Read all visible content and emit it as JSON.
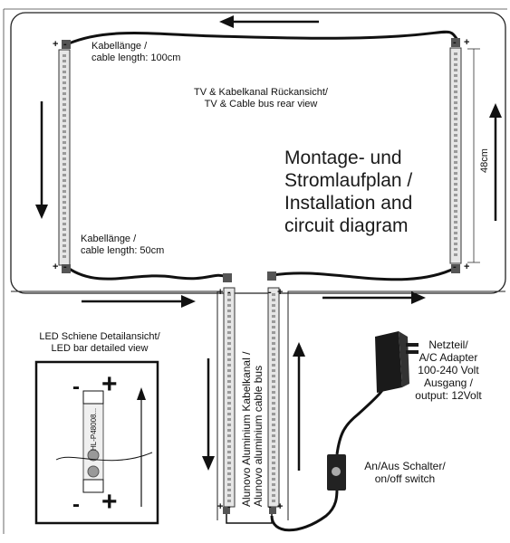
{
  "diagram": {
    "title_lines": [
      "Montage- und",
      "Stromlaufplan /",
      "Installation and",
      "circuit diagram"
    ],
    "rear_view_label": [
      "TV & Kabelkanal Rückansicht/",
      "TV & Cable bus rear view"
    ],
    "cable_100": [
      "Kabellänge /",
      "cable length: 100cm"
    ],
    "cable_50": [
      "Kabellänge /",
      "cable length: 50cm"
    ],
    "dimension_label": "48cm",
    "detail_label": [
      "LED Schiene Detailansicht/",
      "LED bar detailed view"
    ],
    "detail_strip_text": "HL-P48008...",
    "cable_bus_label": [
      "Alunovo Aluminium Kabelkanal /",
      "Alunovo aluminium cable bus"
    ],
    "adapter_label": [
      "Netzteil/",
      "A/C Adapter",
      "100-240 Volt",
      "Ausgang /",
      "output: 12Volt"
    ],
    "switch_label": [
      "An/Aus Schalter/",
      "on/off switch"
    ],
    "plus": "+",
    "minus": "-",
    "colors": {
      "line": "#111111",
      "strip": "#e6e6e6",
      "led": "#9a9a9a",
      "frame": "#333333"
    }
  }
}
